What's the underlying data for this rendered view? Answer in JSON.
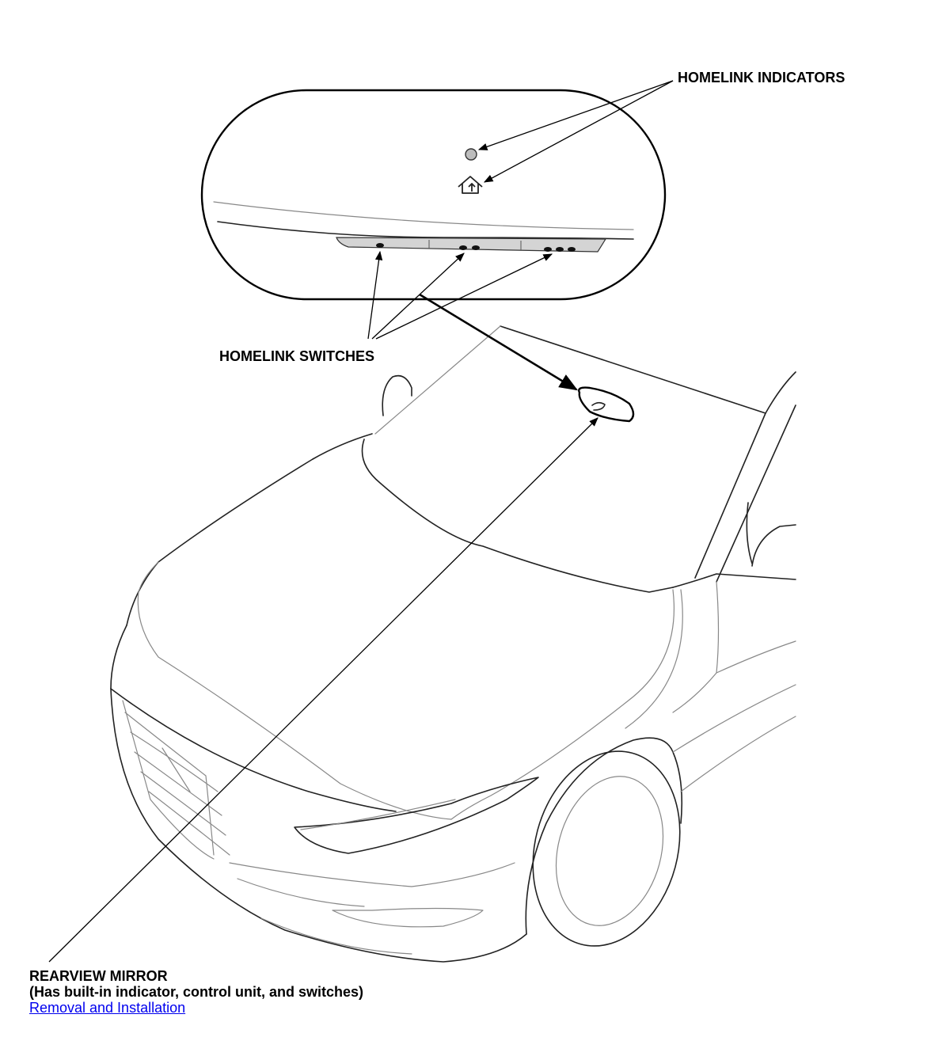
{
  "labels": {
    "homelink_indicators": "HOMELINK INDICATORS",
    "homelink_switches": "HOMELINK SWITCHES",
    "rearview_mirror": "REARVIEW MIRROR",
    "rearview_mirror_note": "(Has built-in indicator, control unit, and switches)",
    "removal_link": "Removal and Installation"
  },
  "icons": [
    "indicator-dot-icon",
    "home-icon"
  ],
  "colors": {
    "link": "#0000ee",
    "line": "#222222",
    "switch_panel": "#d4d4d4"
  }
}
